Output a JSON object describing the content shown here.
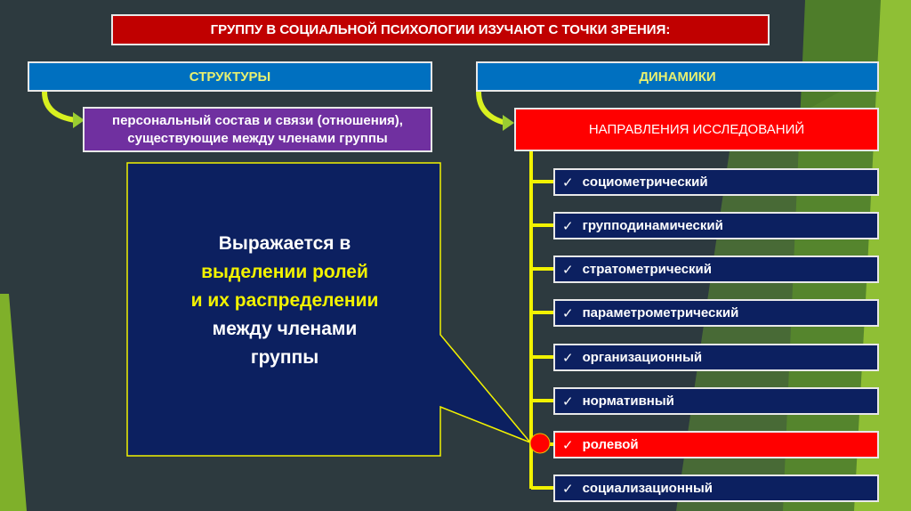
{
  "title": "ГРУППУ В СОЦИАЛЬНОЙ ПСИХОЛОГИИ ИЗУЧАЮТ С ТОЧКИ ЗРЕНИЯ:",
  "structure": {
    "label": "СТРУКТУРЫ",
    "description_line1": "персональный состав и связи (отношения),",
    "description_line2": "существующие между членами группы"
  },
  "dynamics": {
    "label": "ДИНАМИКИ",
    "directions_label": "НАПРАВЛЕНИЯ ИССЛЕДОВАНИЙ",
    "items": [
      {
        "label": "социометрический"
      },
      {
        "label": "групподинамический"
      },
      {
        "label": "стратометрический"
      },
      {
        "label": "параметрометрический"
      },
      {
        "label": "организационный"
      },
      {
        "label": "нормативный"
      },
      {
        "label": "ролевой",
        "highlighted": true
      },
      {
        "label": "социализационный"
      }
    ],
    "check_icon": "✓"
  },
  "callout": {
    "line1": "Выражается в",
    "line2": "выделении ролей",
    "line3": "и их распределении",
    "line4": "между членами",
    "line5": "группы"
  },
  "colors": {
    "background": "#2d3a3f",
    "title": "#c00000",
    "header": "#0070c0",
    "purple": "#7030a0",
    "red": "#ff0000",
    "navy": "#0c2060",
    "yellow": "#f2f200"
  }
}
